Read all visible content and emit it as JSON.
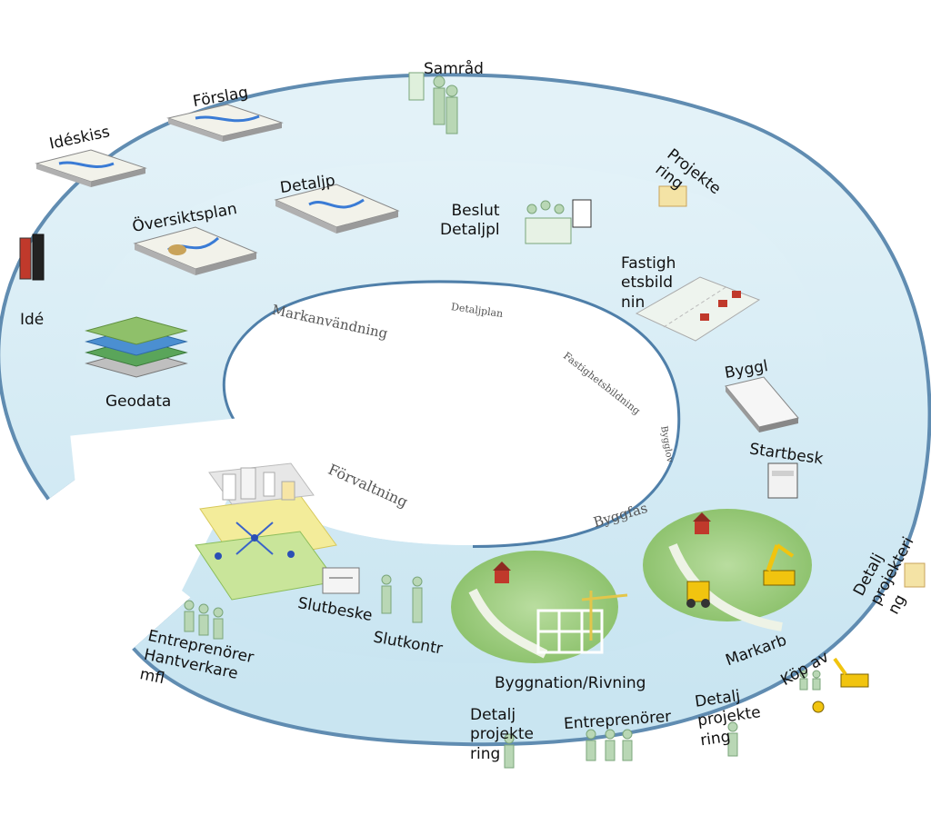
{
  "ring_sections": {
    "markanvandning": "Markanvändning",
    "detaljplan": "Detaljplan",
    "fastighetsbildning": "Fastighetsbildning",
    "bygglov": "Bygglov",
    "byggfas": "Byggfas",
    "forvaltning": "Förvaltning"
  },
  "steps": {
    "ide": "Idé",
    "ideskiss": "Idéskiss",
    "forslag": "Förslag",
    "samrad": "Samråd",
    "projektering_top": "Projekte\nring",
    "oversiktsplan": "Översiktsplan",
    "detaljplan": "Detaljp",
    "beslut": "Beslut\nDetaljpl",
    "fastighetsbildning": "Fastigh\netsbild\nnin",
    "geodata": "Geodata",
    "bygglov": "Byggl",
    "startbesked": "Startbesk",
    "detaljprojektering_right": "Detalj\nprojekteri\nng",
    "markarbete": "Markarb",
    "kop_av": "Köp av",
    "byggnation": "Byggnation/Rivning",
    "slutkontroll": "Slutkontr",
    "slutbesked": "Slutbeske",
    "entreprenorer_left": "Entreprenörer\nHantverkare\nmfl",
    "detaljprojektering_bottom1": "Detalj\nprojekte\nring",
    "entreprenorer_bottom": "Entreprenörer",
    "detaljprojektering_bottom2": "Detalj\nprojekte\nring"
  },
  "colors": {
    "ring_fill": "#d4ebf4",
    "ring_edge": "#4f7fa9",
    "green_area": "#9ccc7e",
    "map_paper": "#f2f2ea"
  }
}
